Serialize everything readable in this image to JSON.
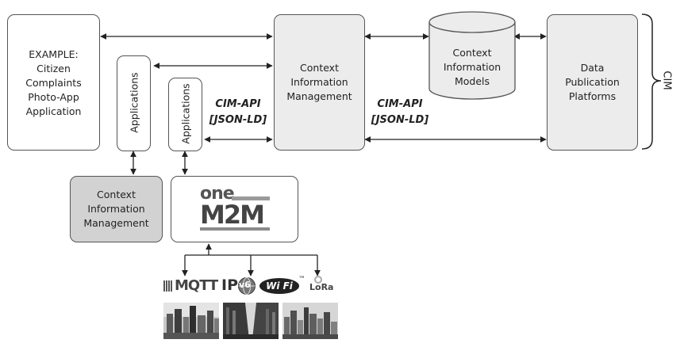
{
  "example_box": {
    "text": "EXAMPLE:\nCitizen\nComplaints\nPhoto-App\nApplication"
  },
  "apps_left": {
    "label": "Applications"
  },
  "apps_right": {
    "label": "Applications"
  },
  "cim_center": {
    "text": "Context\nInformation\nManagement"
  },
  "models": {
    "text": "Context\nInformation\nModels"
  },
  "data_pub": {
    "text": "Data\nPublication\nPlatforms"
  },
  "api_left": {
    "text": "CIM-API\n[JSON-LD]"
  },
  "api_right": {
    "text": "CIM-API\n[JSON-LD]"
  },
  "cim_bracket": {
    "label": "CIM"
  },
  "cim_lower": {
    "text": "Context\nInformation\nManagement"
  },
  "onem2m": {
    "line1": "one",
    "line2": "M2M"
  },
  "protocols": {
    "mqtt": "MQTT",
    "ip": "IP",
    "ipv": "v6",
    "wifi": "Wi Fi",
    "tm": "™",
    "lora": "LoRa"
  },
  "colors": {
    "line": "#222222",
    "box_border": "#555555",
    "grey_box": "#ececec",
    "dark_box": "#d2d2d2"
  }
}
